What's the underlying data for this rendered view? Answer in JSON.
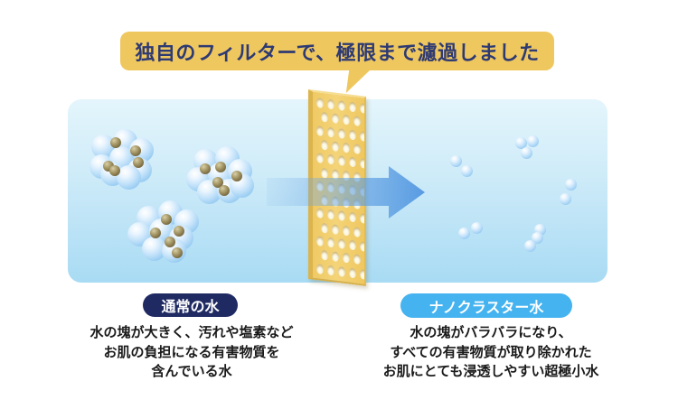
{
  "banner": {
    "text": "独自のフィルターで、極限まで濾過しました",
    "bg_color": "#EFC75F",
    "text_color": "#2E3A72"
  },
  "panel": {
    "bg_gradient_top": "#E4F5FC",
    "bg_gradient_bottom": "#A8DBF4"
  },
  "filter": {
    "name": "filter-panel",
    "color": "#EFC75F"
  },
  "arrow": {
    "color": "#4E94E0",
    "direction": "right"
  },
  "left_section": {
    "label": "通常の水",
    "label_bg": "#1F2A63",
    "label_text_color": "#FFFFFF",
    "desc_lines": [
      "水の塊が大きく、汚れや塩素など",
      "お肌の負担になる有害物質を",
      "含んでいる水"
    ]
  },
  "right_section": {
    "label": "ナノクラスター水",
    "label_bg": "#44B3EF",
    "label_text_color": "#FFFFFF",
    "desc_lines": [
      "水の塊がバラバラになり、",
      "すべての有害物質が取り除かれた",
      "お肌にとても浸透しやすい超極小水"
    ]
  },
  "molecule_colors": {
    "water_sphere": "#9ECFF3",
    "impurity_sphere": "#7D6F45"
  }
}
